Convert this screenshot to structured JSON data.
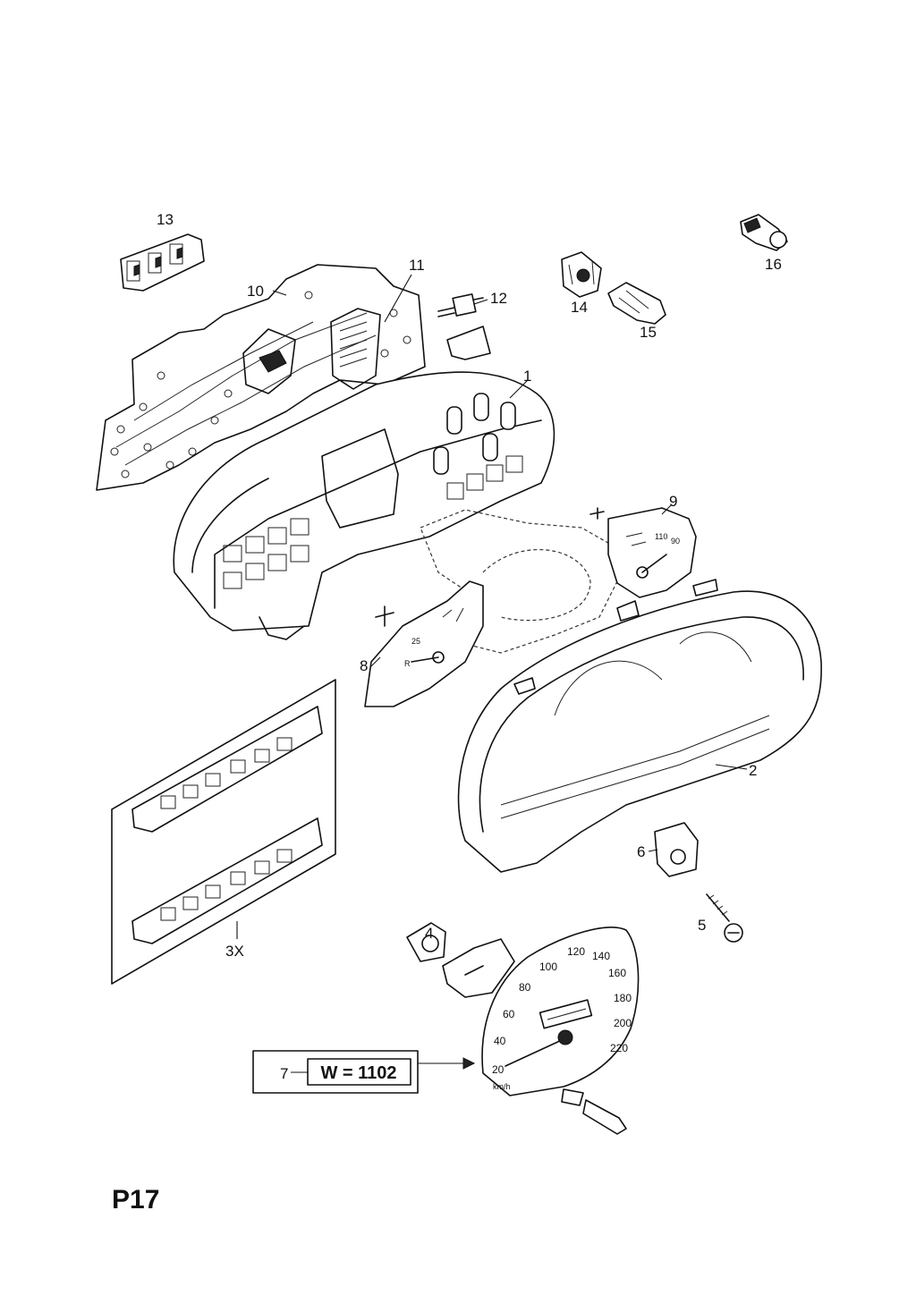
{
  "diagram": {
    "page_code": "P17",
    "callouts": {
      "c1": "1",
      "c2": "2",
      "c3": "3X",
      "c4": "4",
      "c5": "5",
      "c6": "6",
      "c7": "7",
      "c8": "8",
      "c9": "9",
      "c10": "10",
      "c11": "11",
      "c12": "12",
      "c13": "13",
      "c14": "14",
      "c15": "15",
      "c16": "16"
    },
    "variant_box": "W = 1102",
    "speedometer_scale": [
      "20",
      "40",
      "60",
      "80",
      "100",
      "120",
      "140",
      "160",
      "180",
      "200",
      "220"
    ],
    "speedometer_unit": "km/h",
    "temp_gauge_labels": [
      "110",
      "90"
    ],
    "fuel_gauge_labels": [
      "25",
      "R"
    ]
  }
}
